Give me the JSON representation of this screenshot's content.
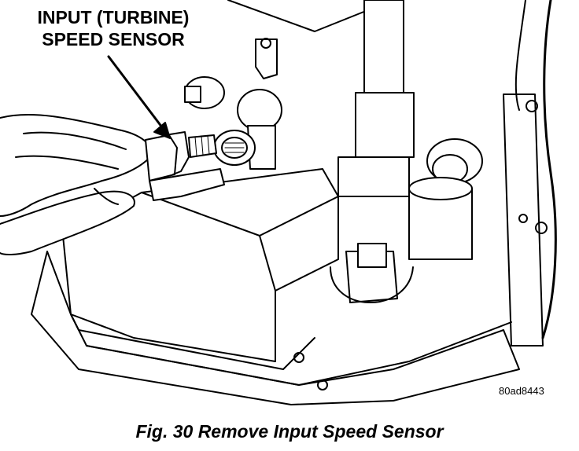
{
  "callout": {
    "line1": "INPUT (TURBINE)",
    "line2": "SPEED SENSOR"
  },
  "ref_code": "80ad8443",
  "caption": "Fig. 30 Remove Input Speed Sensor",
  "colors": {
    "ink": "#000000",
    "paper": "#ffffff"
  }
}
